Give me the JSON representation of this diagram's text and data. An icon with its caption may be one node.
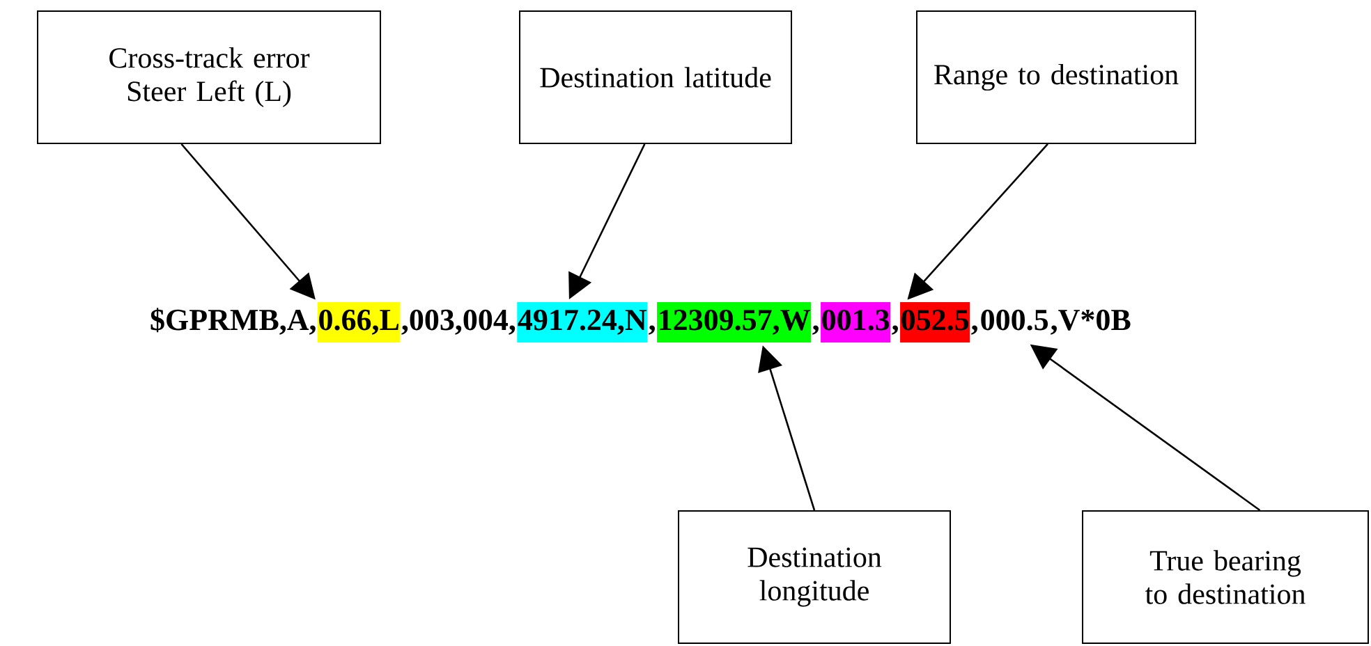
{
  "diagram": {
    "nodes": [
      {
        "text": [
          "Cross-track error Steer Left (L)"
        ]
      },
      {
        "text": [
          "Destination latitude"
        ]
      },
      {
        "text": [
          "Range to destination"
        ]
      },
      {
        "text": [
          "0.66,L"
        ]
      },
      {
        "text": [
          "4917.24,N"
        ]
      },
      {
        "text": [
          "12309.57,W"
        ]
      },
      {
        "text": [
          "001.3"
        ]
      },
      {
        "text": [
          "052.5"
        ]
      },
      {
        "text": [
          "000.5"
        ]
      },
      {
        "text": [
          "Destination longitude"
        ]
      },
      {
        "text": [
          "True bearing to destination"
        ]
      }
    ],
    "edges": [
      {
        "from": 0,
        "to": 3,
        "arrow": "to"
      },
      {
        "from": 1,
        "to": 4,
        "arrow": "to"
      },
      {
        "from": 2,
        "to": 7,
        "arrow": "to"
      },
      {
        "from": 9,
        "to": 5,
        "arrow": "to"
      },
      {
        "from": 10,
        "to": 8,
        "arrow": "to"
      }
    ],
    "labels": [
      "$GPRMB,A,",
      ",003,004,",
      ",",
      ",",
      ",",
      ",",
      ",V*0B"
    ]
  }
}
